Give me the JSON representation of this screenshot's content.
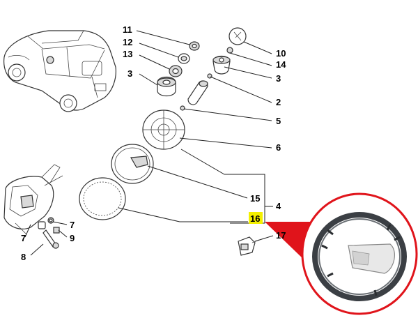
{
  "diagram": {
    "callouts": [
      {
        "id": "c11",
        "label": "11"
      },
      {
        "id": "c12",
        "label": "12"
      },
      {
        "id": "c13",
        "label": "13"
      },
      {
        "id": "c3a",
        "label": "3"
      },
      {
        "id": "c10",
        "label": "10"
      },
      {
        "id": "c14",
        "label": "14"
      },
      {
        "id": "c3b",
        "label": "3"
      },
      {
        "id": "c2",
        "label": "2"
      },
      {
        "id": "c5",
        "label": "5"
      },
      {
        "id": "c6",
        "label": "6"
      },
      {
        "id": "c4",
        "label": "4"
      },
      {
        "id": "c15",
        "label": "15"
      },
      {
        "id": "c16",
        "label": "16"
      },
      {
        "id": "c17",
        "label": "17"
      },
      {
        "id": "c7a",
        "label": "7"
      },
      {
        "id": "c7b",
        "label": "7"
      },
      {
        "id": "c9",
        "label": "9"
      },
      {
        "id": "c8",
        "label": "8"
      }
    ],
    "highlight_color": "#f3f000",
    "zoom_ring_color": "#e0141b"
  }
}
